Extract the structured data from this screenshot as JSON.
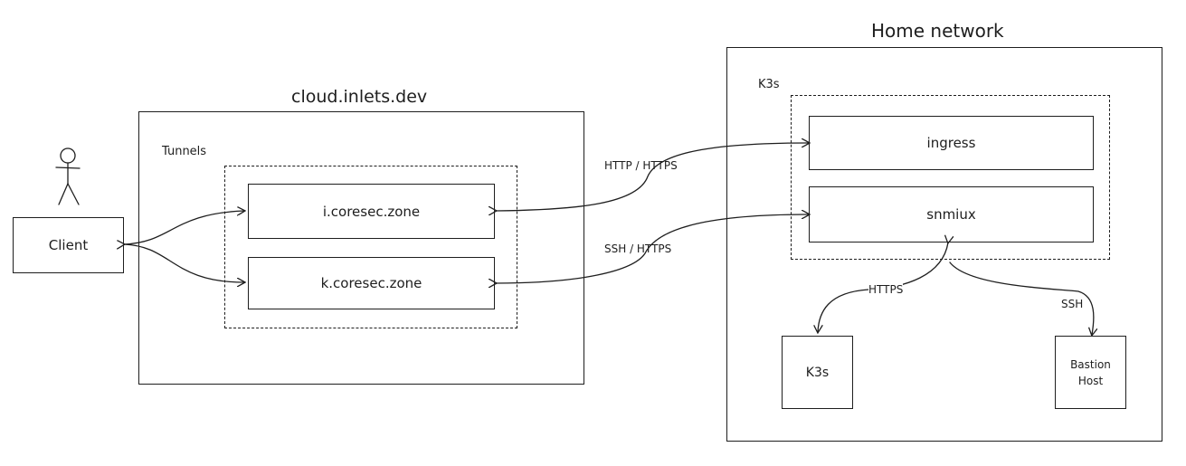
{
  "cloud": {
    "title": "cloud.inlets.dev",
    "group_label": "Tunnels",
    "tunnel_1": "i.coresec.zone",
    "tunnel_2": "k.coresec.zone"
  },
  "home": {
    "title": "Home network",
    "group_label": "K3s",
    "ingress": "ingress",
    "snmiux": "snmiux",
    "k3s_node": "K3s",
    "bastion_line1": "Bastion",
    "bastion_line2": "Host"
  },
  "client": {
    "label": "Client"
  },
  "edges": {
    "http_https": "HTTP / HTTPS",
    "ssh_https": "SSH / HTTPS",
    "https": "HTTPS",
    "ssh": "SSH"
  }
}
